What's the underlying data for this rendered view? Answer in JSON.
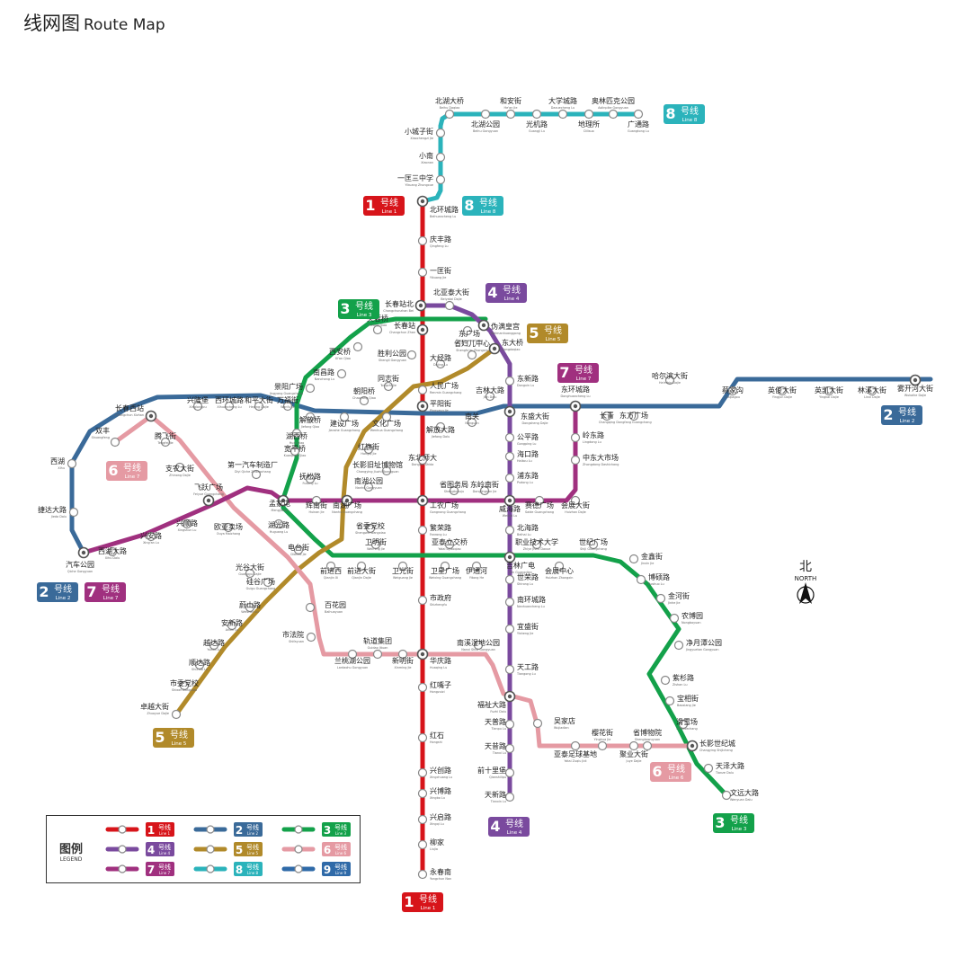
{
  "title": {
    "zh": "线网图",
    "en": "Route Map"
  },
  "compass": {
    "zh": "北",
    "en": "NORTH"
  },
  "legend": {
    "title_zh": "图例",
    "title_en": "LEGEND",
    "items": [
      {
        "zh": "1号线",
        "en": "Line 1",
        "color": "#d7141a"
      },
      {
        "zh": "2号线",
        "en": "Line 2",
        "color": "#3a6a99"
      },
      {
        "zh": "3号线",
        "en": "Line 3",
        "color": "#13a14a"
      },
      {
        "zh": "4号线",
        "en": "Line 4",
        "color": "#7a4a9e"
      },
      {
        "zh": "5号线",
        "en": "Line 5",
        "color": "#b18a2a"
      },
      {
        "zh": "6号线",
        "en": "Line 6",
        "color": "#e59aa3"
      },
      {
        "zh": "7号线",
        "en": "Line 7",
        "color": "#a0307f"
      },
      {
        "zh": "8号线",
        "en": "Line 8",
        "color": "#2bb3bb"
      },
      {
        "zh": "9号线",
        "en": "Line 9",
        "color": "#2f6aa8"
      }
    ]
  },
  "line_badges": [
    {
      "zh": "1号线",
      "en": "Line 1",
      "color": "#d7141a"
    },
    {
      "zh": "8号线",
      "en": "Line 8",
      "color": "#2bb3bb"
    },
    {
      "zh": "8号线",
      "en": "Line 8",
      "color": "#2bb3bb"
    },
    {
      "zh": "3号线",
      "en": "Line 3",
      "color": "#13a14a"
    },
    {
      "zh": "4号线",
      "en": "Line 4",
      "color": "#7a4a9e"
    },
    {
      "zh": "5号线",
      "en": "Line 5",
      "color": "#b18a2a"
    },
    {
      "zh": "7号线",
      "en": "Line 7",
      "color": "#a0307f"
    },
    {
      "zh": "2号线",
      "en": "Line 2",
      "color": "#3a6a99"
    },
    {
      "zh": "6号线",
      "en": "Line 7",
      "color": "#e59aa3"
    },
    {
      "zh": "2号线",
      "en": "Line 2",
      "color": "#3a6a99"
    },
    {
      "zh": "7号线",
      "en": "Line 7",
      "color": "#a0307f"
    },
    {
      "zh": "5号线",
      "en": "Line 5",
      "color": "#b18a2a"
    },
    {
      "zh": "6号线",
      "en": "Line 6",
      "color": "#e59aa3"
    },
    {
      "zh": "4号线",
      "en": "Line 4",
      "color": "#7a4a9e"
    },
    {
      "zh": "3号线",
      "en": "Line 3",
      "color": "#13a14a"
    },
    {
      "zh": "1号线",
      "en": "Line 1",
      "color": "#d7141a"
    }
  ],
  "lines": [
    {
      "id": "line8",
      "color": "#2bb3bb"
    },
    {
      "id": "line1",
      "color": "#d7141a"
    },
    {
      "id": "line2",
      "color": "#3a6a99"
    },
    {
      "id": "line3",
      "color": "#13a14a"
    },
    {
      "id": "line4",
      "color": "#7a4a9e"
    },
    {
      "id": "line5",
      "color": "#b18a2a"
    },
    {
      "id": "line6",
      "color": "#e59aa3"
    },
    {
      "id": "line7",
      "color": "#a0307f"
    }
  ],
  "stations": [
    {
      "zh": "北湖大桥",
      "en": "Beihu Daqiao"
    },
    {
      "zh": "和安街",
      "en": "He'an Jie"
    },
    {
      "zh": "大学城路",
      "en": "Daxuecheng Lu"
    },
    {
      "zh": "奥林匹克公园",
      "en": "Aolinpike Gongyuan"
    },
    {
      "zh": "北湖公园",
      "en": "Beihu Gongyuan"
    },
    {
      "zh": "光机路",
      "en": "Guangji Lu"
    },
    {
      "zh": "地理所",
      "en": "Dilisuo"
    },
    {
      "zh": "广通路",
      "en": "Guangtong Lu"
    },
    {
      "zh": "小城子街",
      "en": "Xiaochengzi Jie"
    },
    {
      "zh": "小南",
      "en": "Xiaonan"
    },
    {
      "zh": "一匡三中学",
      "en": "Yikuang Zhongxue"
    },
    {
      "zh": "北环城路",
      "en": "Beihuancheng Lu"
    },
    {
      "zh": "庆丰路",
      "en": "Qingfeng Lu"
    },
    {
      "zh": "一匡街",
      "en": "Yikuang Jie"
    },
    {
      "zh": "北亚泰大街",
      "en": "Beiyatai Dajie"
    },
    {
      "zh": "长春站北",
      "en": "Changchunzhan Bei"
    },
    {
      "zh": "长春站",
      "en": "Changchun Zhan"
    },
    {
      "zh": "东广场",
      "en": "Dongguangchang"
    },
    {
      "zh": "伪满皇宫",
      "en": "Weimanhuanggong"
    },
    {
      "zh": "芙蓉桥",
      "en": "Furong Qiao"
    },
    {
      "zh": "西安桥",
      "en": "Xi'an Qiao"
    },
    {
      "zh": "胜利公园",
      "en": "Shengli Gongyuan"
    },
    {
      "zh": "省妇儿中心",
      "en": "Shengfu'er Zhongxin"
    },
    {
      "zh": "东大桥",
      "en": "Dongdaqiao"
    },
    {
      "zh": "大经路",
      "en": "Dajing Lu"
    },
    {
      "zh": "南昌路",
      "en": "Nanchang Lu"
    },
    {
      "zh": "景阳广场",
      "en": "Jingyang Guangchang"
    },
    {
      "zh": "同志街",
      "en": "Tongzhi Jie"
    },
    {
      "zh": "人民广场",
      "en": "Renmin Guangchang"
    },
    {
      "zh": "东新路",
      "en": "Dongxin Lu"
    },
    {
      "zh": "朝阳桥",
      "en": "Chaoyang Qiao"
    },
    {
      "zh": "吉林大路",
      "en": "Jilin Dalu"
    },
    {
      "zh": "东环城路",
      "en": "Donghuancheng Lu"
    },
    {
      "zh": "哈尔滨大街",
      "en": "Ha'erbin Dajie"
    },
    {
      "zh": "长春西站",
      "en": "Changchun Xizhan"
    },
    {
      "zh": "兴隆堡",
      "en": "Xinglongpu"
    },
    {
      "zh": "西环城路",
      "en": "Xihuancheng Lu"
    },
    {
      "zh": "和平大街",
      "en": "Heping Dajie"
    },
    {
      "zh": "万福街",
      "en": "Wanfu Jie"
    },
    {
      "zh": "解放桥",
      "en": "Jiefang Qiao"
    },
    {
      "zh": "建设广场",
      "en": "Jianshe Guangchang"
    },
    {
      "zh": "文化广场",
      "en": "Wenhua Guangchang"
    },
    {
      "zh": "平阳街",
      "en": "Pingyang Jie"
    },
    {
      "zh": "解放大路",
      "en": "Jiefang Dalu"
    },
    {
      "zh": "南关",
      "en": "Nanguan"
    },
    {
      "zh": "东盛大街",
      "en": "Dongsheng Dajie"
    },
    {
      "zh": "长青",
      "en": "Changqing"
    },
    {
      "zh": "东方广场",
      "en": "Dongfang Guangchang"
    },
    {
      "zh": "蔡家沟",
      "en": "Caijiagou"
    },
    {
      "zh": "英俊大街",
      "en": "Yingjun Dajie"
    },
    {
      "zh": "英凯大街",
      "en": "Yingkai Dajie"
    },
    {
      "zh": "林溪大街",
      "en": "Linxi Dajie"
    },
    {
      "zh": "雾开河大街",
      "en": "Wukaihe Dajie"
    },
    {
      "zh": "双丰",
      "en": "Shuangfeng"
    },
    {
      "zh": "腾飞街",
      "en": "Tengfei Jie"
    },
    {
      "zh": "湖西桥",
      "en": "Huxi Qiao"
    },
    {
      "zh": "红旗街",
      "en": "Hongqi Jie"
    },
    {
      "zh": "公平路",
      "en": "Gongping Lu"
    },
    {
      "zh": "岭东路",
      "en": "Lingdong Lu"
    },
    {
      "zh": "西湖",
      "en": "Xihu"
    },
    {
      "zh": "支农大街",
      "en": "Zhinong Dajie"
    },
    {
      "zh": "宽平桥",
      "en": "Kuanping Qiao"
    },
    {
      "zh": "第一汽车制造厂",
      "en": "Diyi Qiche Zhizaochang"
    },
    {
      "zh": "长影旧址博物馆",
      "en": "Changying Jiuzhi Bowuguan"
    },
    {
      "zh": "东北师大",
      "en": "Dongbei Shida"
    },
    {
      "zh": "海口路",
      "en": "Haikou Lu"
    },
    {
      "zh": "中东大市场",
      "en": "Zhongdong Dashichang"
    },
    {
      "zh": "飞跃广场",
      "en": "Feiyue Guangchang"
    },
    {
      "zh": "抚松路",
      "en": "Fusong Lu"
    },
    {
      "zh": "南湖公园",
      "en": "Nanhu Gongyuan"
    },
    {
      "zh": "浦东路",
      "en": "Pudong Lu"
    },
    {
      "zh": "捷达大路",
      "en": "Jieda Dalu"
    },
    {
      "zh": "孟家屯",
      "en": "Mengjiatun"
    },
    {
      "zh": "辉南街",
      "en": "Huinan Jie"
    },
    {
      "zh": "南湖广场",
      "en": "Nanhu Guangchang"
    },
    {
      "zh": "工农广场",
      "en": "Gongnong Guangchang"
    },
    {
      "zh": "省图务局",
      "en": "Shengtuwuju"
    },
    {
      "zh": "东岭南街",
      "en": "Donglingnan Jie"
    },
    {
      "zh": "威海路",
      "en": "Weihai Lu"
    },
    {
      "zh": "赛德广场",
      "en": "Saide Guangchang"
    },
    {
      "zh": "会展大街",
      "en": "Huizhan Dajie"
    },
    {
      "zh": "兴顺路",
      "en": "Xingshun Lu"
    },
    {
      "zh": "湖光路",
      "en": "Huguang Lu"
    },
    {
      "zh": "省委党校",
      "en": "Shengwei Dangxiao"
    },
    {
      "zh": "繁荣路",
      "en": "Fanrong Lu"
    },
    {
      "zh": "北海路",
      "en": "Beihai Lu"
    },
    {
      "zh": "兴安路",
      "en": "Xing'an Lu"
    },
    {
      "zh": "欧亚卖场",
      "en": "Ouya Maichang"
    },
    {
      "zh": "西湖大路",
      "en": "Xihu Dalu"
    },
    {
      "zh": "汽车公园",
      "en": "Qiche Gongyuan"
    },
    {
      "zh": "电台街",
      "en": "Diantai Jie"
    },
    {
      "zh": "卫明街",
      "en": "Weiming Jie"
    },
    {
      "zh": "亚泰立交桥",
      "en": "Yatai Lijiaoqiao"
    },
    {
      "zh": "职业技术大学",
      "en": "Zhiye Jishu Daxue"
    },
    {
      "zh": "世纪广场",
      "en": "Shiji Guangchang"
    },
    {
      "zh": "金鑫街",
      "en": "Jinxin Jie"
    },
    {
      "zh": "光谷大街",
      "en": "Guanggu Dajie"
    },
    {
      "zh": "前进西",
      "en": "Qianjin Xi"
    },
    {
      "zh": "前进大街",
      "en": "Qianjin Dajie"
    },
    {
      "zh": "卫光街",
      "en": "Weiguang Jie"
    },
    {
      "zh": "卫星广场",
      "en": "Weixing Guangchang"
    },
    {
      "zh": "伊通河",
      "en": "Yitong He"
    },
    {
      "zh": "吉林广电",
      "en": "Jilin Guangdian"
    },
    {
      "zh": "会展中心",
      "en": "Huizhan Zhongxin"
    },
    {
      "zh": "博硕路",
      "en": "Boshuo Lu"
    },
    {
      "zh": "硅谷广场",
      "en": "Guigu Guangchang"
    },
    {
      "zh": "世荣路",
      "en": "Shirong Lu"
    },
    {
      "zh": "金河街",
      "en": "Jinhe Jie"
    },
    {
      "zh": "蔚山路",
      "en": "Weishan Lu"
    },
    {
      "zh": "市政府",
      "en": "Shizhengfu"
    },
    {
      "zh": "南环城路",
      "en": "Nanhuancheng Lu"
    },
    {
      "zh": "农博园",
      "en": "Nongboyuan"
    },
    {
      "zh": "百花园",
      "en": "Baihuayuan"
    },
    {
      "zh": "安新路",
      "en": "Anxin Lu"
    },
    {
      "zh": "宜盛街",
      "en": "Yisheng Jie"
    },
    {
      "zh": "净月潭公园",
      "en": "Jingyuetan Gongyuan"
    },
    {
      "zh": "越达路",
      "en": "Yueda Lu"
    },
    {
      "zh": "市法院",
      "en": "Shifayuan"
    },
    {
      "zh": "轨道集团",
      "en": "Guidao Jituan"
    },
    {
      "zh": "南溪湿地公园",
      "en": "Nanxi Shidi Gongyuan"
    },
    {
      "zh": "兰桃湖公园",
      "en": "Lantaohu Gongyuan"
    },
    {
      "zh": "新明街",
      "en": "Xinming Jie"
    },
    {
      "zh": "华庆路",
      "en": "Huaqing Lu"
    },
    {
      "zh": "顺达路",
      "en": "Shunda Lu"
    },
    {
      "zh": "天工路",
      "en": "Tiangong Lu"
    },
    {
      "zh": "紫杉路",
      "en": "Zishan Lu"
    },
    {
      "zh": "市委党校",
      "en": "Shiwei Dangxiao"
    },
    {
      "zh": "红嘴子",
      "en": "Hongzuizi"
    },
    {
      "zh": "宝相街",
      "en": "Baoxiang Jie"
    },
    {
      "zh": "福祉大路",
      "en": "Fuzhi Dalu"
    },
    {
      "zh": "卓越大街",
      "en": "Zhuoyue Dajie"
    },
    {
      "zh": "天普路",
      "en": "Tianpu Lu"
    },
    {
      "zh": "吴家店",
      "en": "Wujiadian"
    },
    {
      "zh": "滑雪场",
      "en": "Huaxuechang"
    },
    {
      "zh": "天昔路",
      "en": "Tianxi Lu"
    },
    {
      "zh": "樱花街",
      "en": "Yinghua Jie"
    },
    {
      "zh": "省博物院",
      "en": "Shengbowuyuan"
    },
    {
      "zh": "长影世纪城",
      "en": "Changying Shijicheng"
    },
    {
      "zh": "红石",
      "en": "Hongshi"
    },
    {
      "zh": "亚泰足球基地",
      "en": "Yatai Zuqiu Jidi"
    },
    {
      "zh": "聚业大街",
      "en": "Juye Dajie"
    },
    {
      "zh": "天泽大路",
      "en": "Tianze Dalu"
    },
    {
      "zh": "兴创路",
      "en": "Xingchuang Lu"
    },
    {
      "zh": "前十里堡",
      "en": "Qianshilipu"
    },
    {
      "zh": "兴博路",
      "en": "Xingbo Lu"
    },
    {
      "zh": "天新路",
      "en": "Tianxin Lu"
    },
    {
      "zh": "文远大路",
      "en": "Wenyuan Dalu"
    },
    {
      "zh": "兴启路",
      "en": "Xingqi Lu"
    },
    {
      "zh": "柳家",
      "en": "Liujia"
    },
    {
      "zh": "永春南",
      "en": "Yongchun Nan"
    }
  ]
}
